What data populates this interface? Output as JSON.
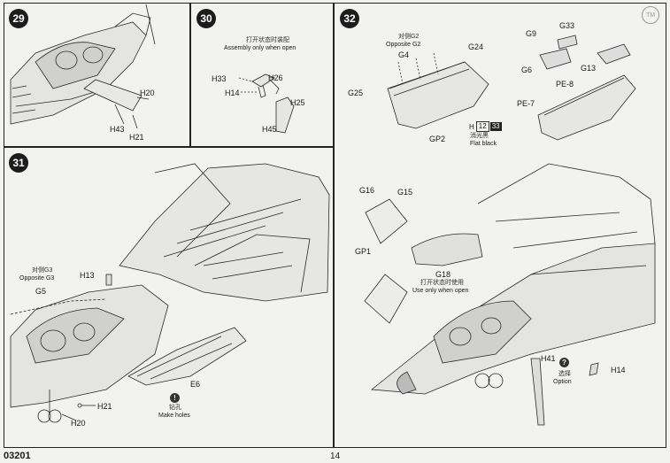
{
  "steps": {
    "s29": {
      "number": "29",
      "labels": {
        "h20": "H20",
        "h43": "H43",
        "h21": "H21"
      }
    },
    "s30": {
      "number": "30",
      "note_cn": "打开状态时装配",
      "note_en": "Assembly only when open",
      "labels": {
        "h33": "H33",
        "h26": "H26",
        "h14": "H14",
        "h25": "H25",
        "h45": "H45"
      }
    },
    "s31": {
      "number": "31",
      "opposite_cn": "对侧G3",
      "opposite_en": "Opposite G3",
      "labels": {
        "h13": "H13",
        "g5": "G5",
        "e6": "E6",
        "h21": "H21",
        "h20": "H20"
      },
      "holes_cn": "钻孔",
      "holes_en": "Make holes",
      "holes_icon": "!"
    },
    "s32": {
      "number": "32",
      "opposite_cn": "对侧G2",
      "opposite_en": "Opposite G2",
      "labels": {
        "g4": "G4",
        "g24": "G24",
        "g25": "G25",
        "gp2": "GP2",
        "g9": "G9",
        "g33": "G33",
        "g6": "G6",
        "g13": "G13",
        "pe8": "PE-8",
        "pe7": "PE-7",
        "g16": "G16",
        "g15": "G15",
        "gp1": "GP1",
        "g18": "G18",
        "h41": "H41",
        "h14": "H14"
      },
      "paint": {
        "code": "H",
        "num1": "12",
        "num2": "33",
        "cn": "消光黑",
        "en": "Flat black"
      },
      "open_cn": "打开状态时使用",
      "open_en": "Use only when open",
      "option_cn": "选择",
      "option_en": "Option",
      "option_icon": "?"
    }
  },
  "footer": {
    "catalog": "03201",
    "page": "14",
    "logo": "TM"
  },
  "colors": {
    "line": "#222222",
    "paper": "#f2f2f0",
    "badge": "#1c1c1c"
  }
}
